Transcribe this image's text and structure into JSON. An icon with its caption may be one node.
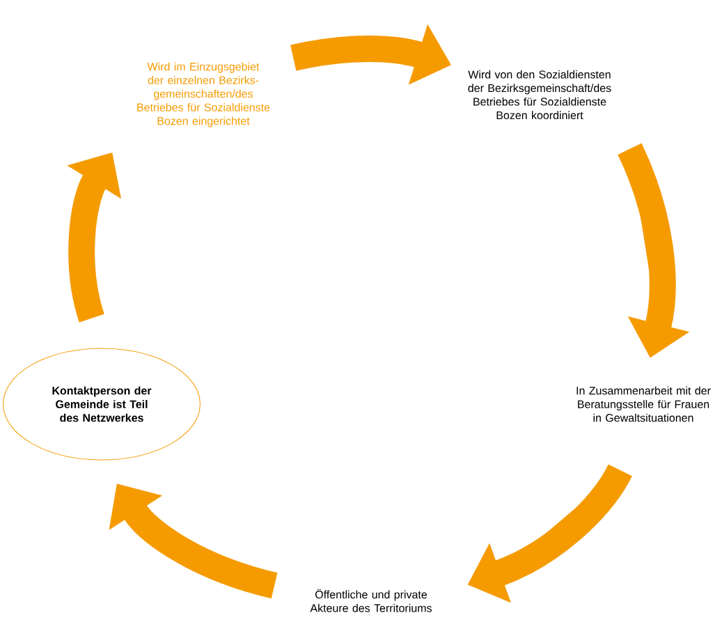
{
  "diagram": {
    "nodes": [
      {
        "text": [
          "Kontaktperson der Gemeinde ist Teil des Netzwerkes"
        ]
      },
      {
        "text": [
          "Wird im Einzugsgebiet der einzelnen Bezirks-gemeinschaften/des Betriebes für Sozialdienste Bozen eingerichtet"
        ]
      },
      {
        "text": [
          "Wird von den Sozialdiensten der Bezirksgemeinschaft/des Betriebes für Sozialdienste Bozen koordiniert"
        ]
      },
      {
        "text": [
          "In Zusammenarbeit mit der Beratungsstelle für Frauen in Gewaltsituationen"
        ]
      },
      {
        "text": [
          "Öffentliche und private Akteure des Territoriums"
        ]
      }
    ],
    "edges": [
      {
        "from": 0,
        "to": 1,
        "arrow": "to"
      },
      {
        "from": 1,
        "to": 2,
        "arrow": "to"
      },
      {
        "from": 2,
        "to": 3,
        "arrow": "to"
      },
      {
        "from": 3,
        "to": 4,
        "arrow": "to"
      },
      {
        "from": 4,
        "to": 0,
        "arrow": "to"
      }
    ]
  }
}
